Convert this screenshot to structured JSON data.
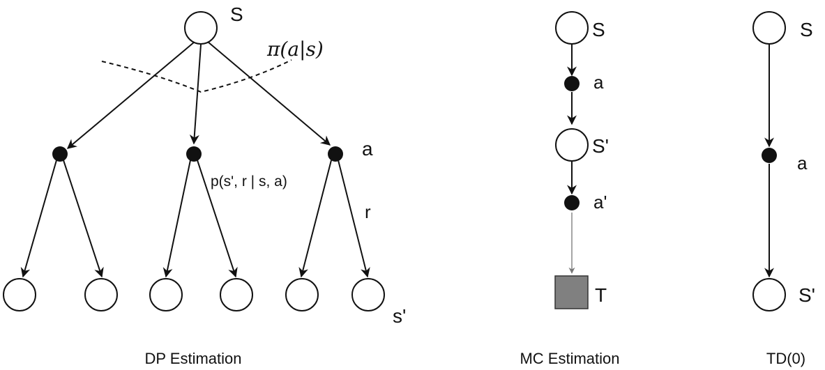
{
  "dp": {
    "root_label": "S",
    "policy_label": "π(a|s)",
    "action_label": "a",
    "transition_label": "p(s', r | s, a)",
    "reward_label": "r",
    "next_state_label": "s'",
    "caption": "DP Estimation"
  },
  "mc": {
    "state_label": "S",
    "action_label": "a",
    "next_state_label": "S'",
    "next_action_label": "a'",
    "terminal_label": "T",
    "caption": "MC Estimation"
  },
  "td": {
    "state_label": "S",
    "action_label": "a",
    "next_state_label": "S'",
    "caption": "TD(0)"
  },
  "colors": {
    "ink": "#111111",
    "terminal_fill": "#808080",
    "background": "#ffffff"
  }
}
